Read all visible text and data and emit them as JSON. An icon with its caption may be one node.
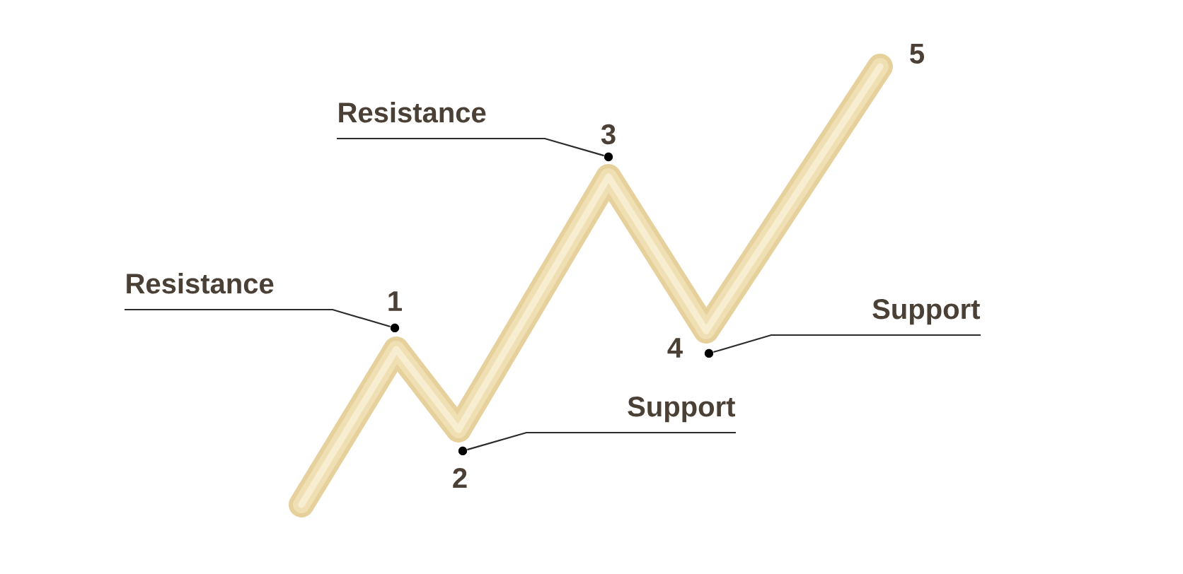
{
  "diagram": {
    "nodes": [
      {
        "text": [
          "Resistance"
        ]
      },
      {
        "text": [
          "Resistance"
        ]
      },
      {
        "text": [
          "Support"
        ]
      },
      {
        "text": [
          "Support"
        ]
      },
      {
        "text": [],
        "shape": "circle"
      },
      {
        "text": [],
        "shape": "circle"
      },
      {
        "text": [],
        "shape": "circle"
      },
      {
        "text": [],
        "shape": "circle"
      }
    ],
    "edges": [
      {
        "from": 0,
        "to": 6,
        "arrow": "none"
      },
      {
        "from": 1,
        "to": 4,
        "arrow": "none"
      },
      {
        "from": 2,
        "to": 7,
        "arrow": "none"
      },
      {
        "from": 3,
        "to": 5,
        "arrow": "none"
      }
    ],
    "labels": [
      "5",
      "3",
      "1",
      "4",
      "2"
    ]
  }
}
